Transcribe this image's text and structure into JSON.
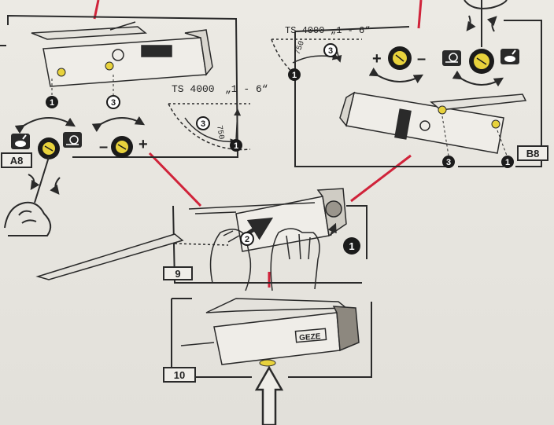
{
  "labels": {
    "panel_a": "A8",
    "panel_b": "B8",
    "panel_9": "9",
    "panel_10": "10",
    "ts_text": "TS 4000",
    "range_text": "„1 - 6“",
    "angle_750": "750",
    "step1": "1",
    "step2": "2",
    "step3": "3",
    "plus": "+",
    "minus": "–",
    "brand": "GEZE"
  },
  "colors": {
    "ink": "#2a2a2a",
    "paper": "#ebe9e3",
    "accent_red": "#d0233a",
    "valve_yellow": "#e8d23c",
    "circle_dark": "#1b1b1b"
  },
  "icons": {
    "rabbit": "rabbit-icon",
    "snail": "snail-icon",
    "screwdriver": "screwdriver-icon",
    "arrow": "up-arrow-icon"
  }
}
